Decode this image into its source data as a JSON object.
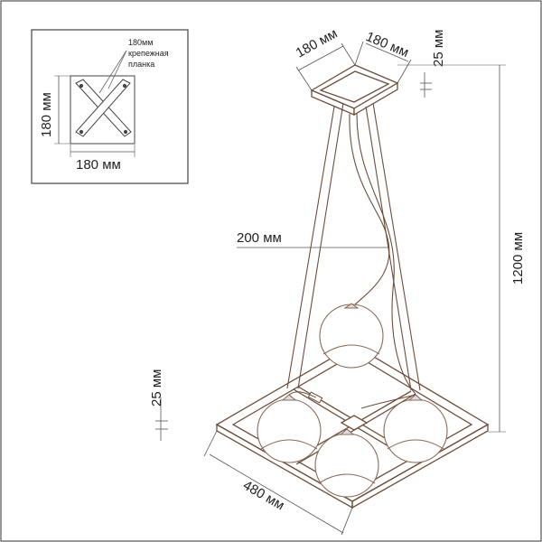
{
  "detail_box": {
    "note_size": "180мм",
    "note_line1": "крепежная",
    "note_line2": "планка",
    "height_label": "180 мм",
    "width_label": "180 мм"
  },
  "dimensions": {
    "canopy_width": "180 мм",
    "canopy_depth": "180 мм",
    "canopy_height": "25 мм",
    "drop_height": "1200 мм",
    "shade_spacing": "200 мм",
    "frame_height": "25 мм",
    "frame_width": "480 мм"
  },
  "colors": {
    "line": "#444444",
    "frame": "#6e4e3c",
    "glass": "#8a6c5a"
  }
}
